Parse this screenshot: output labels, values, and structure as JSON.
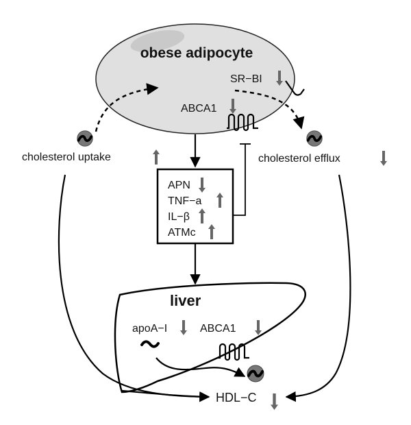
{
  "adipocyte": {
    "title": "obese adipocyte",
    "srbi": "SR−BI",
    "abca1": "ABCA1"
  },
  "uptake": "cholesterol uptake",
  "efflux": "cholesterol efflux",
  "box": {
    "items": [
      "APN",
      "TNF−a",
      "IL−β",
      "ATMc"
    ]
  },
  "liver": {
    "title": "liver",
    "apoa": "apoA−I",
    "abca1": "ABCA1"
  },
  "hdl": "HDL−C",
  "colors": {
    "arrow": "#666666",
    "cell": "#e0e0e0",
    "nucleus": "#c9c9c9",
    "line": "#000000"
  },
  "icons": [
    "up-arrow-icon",
    "down-arrow-icon",
    "cholesterol-molecule-icon",
    "transporter-coil-icon"
  ]
}
